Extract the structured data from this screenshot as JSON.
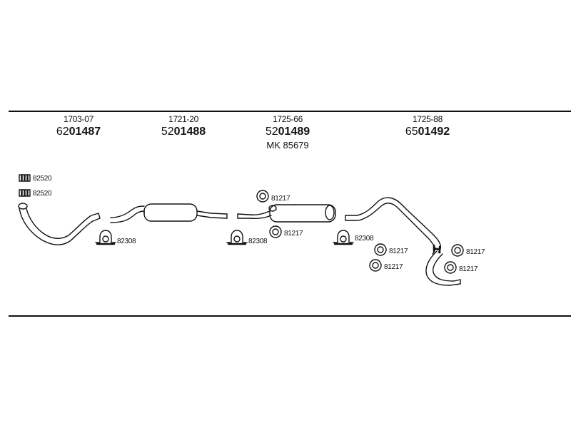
{
  "headers": [
    {
      "code": "1703-07",
      "number_prefix": "62",
      "number_main": "01487"
    },
    {
      "code": "1721-20",
      "number_prefix": "52",
      "number_main": "01488"
    },
    {
      "code": "1725-66",
      "number_prefix": "52",
      "number_main": "01489",
      "kit": "MK  85679"
    },
    {
      "code": "1725-88",
      "number_prefix": "65",
      "number_main": "01492"
    }
  ],
  "labels": {
    "gasket_a": "82520",
    "gasket_b": "82520",
    "clamp_1": "82308",
    "clamp_2": "82308",
    "clamp_3": "82308",
    "ring_1": "81217",
    "ring_2": "81217",
    "ring_3": "81217",
    "ring_4": "81217",
    "ring_5": "81217",
    "ring_6": "81217"
  }
}
